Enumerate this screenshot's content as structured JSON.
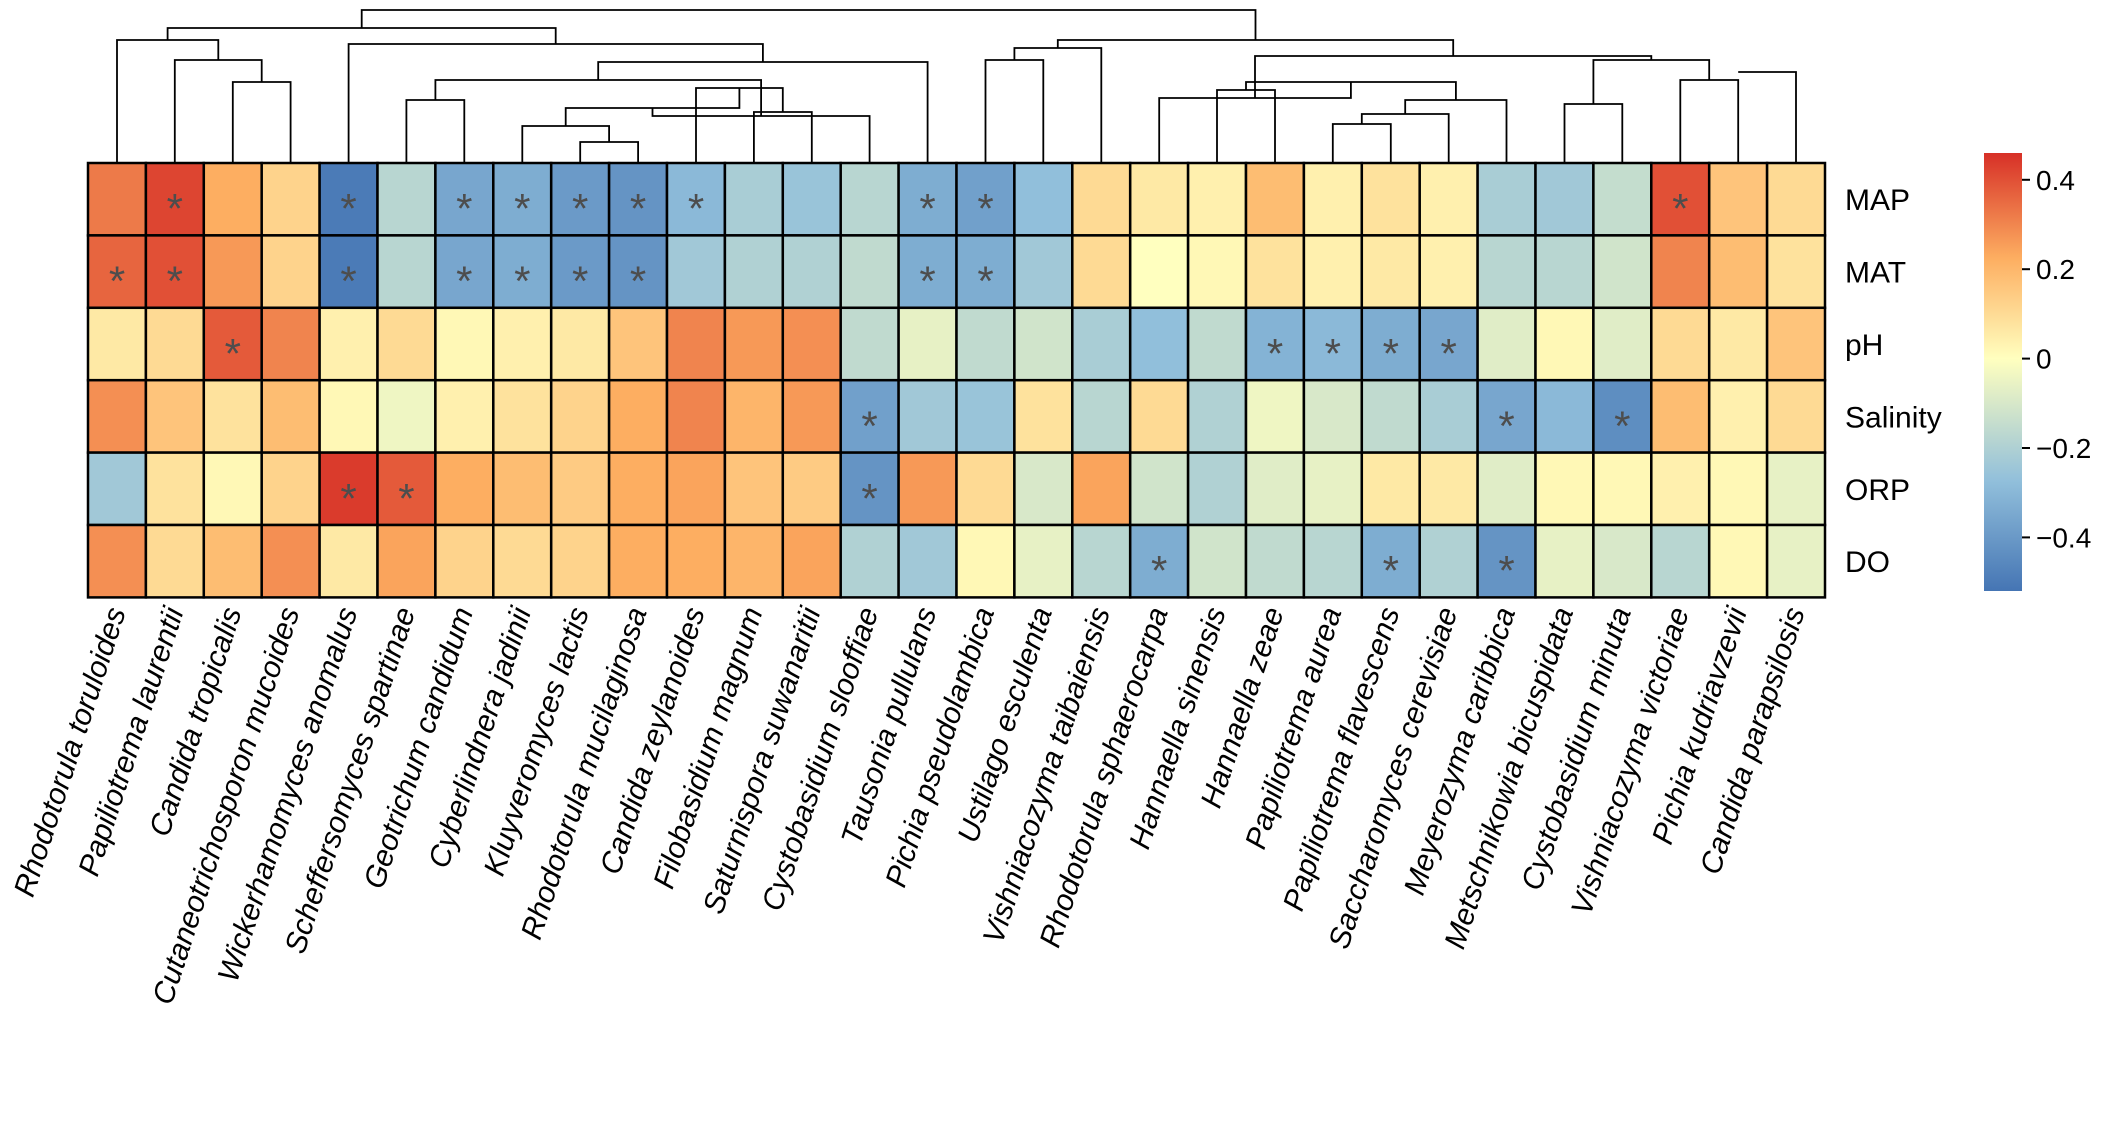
{
  "chart_data": {
    "type": "heatmap",
    "title": "",
    "columns": [
      "Rhodotorula toruloides",
      "Papiliotrema laurentii",
      "Candida tropicalis",
      "Cutaneotrichosporon mucoides",
      "Wickerhamomyces anomalus",
      "Scheffersomyces spartinae",
      "Geotrichum candidum",
      "Cyberlindnera jadinii",
      "Kluyveromyces lactis",
      "Rhodotorula mucilaginosa",
      "Candida zeylanoides",
      "Filobasidium magnum",
      "Saturnispora suwanaritii",
      "Cystobasidium slooffiae",
      "Tausonia pullulans",
      "Pichia pseudolambica",
      "Ustilago esculenta",
      "Vishniacozyma taibaiensis",
      "Rhodotorula sphaerocarpa",
      "Hannaella sinensis",
      "Hannaella zeae",
      "Papiliotrema aurea",
      "Papiliotrema flavescens",
      "Saccharomyces cerevisiae",
      "Meyerozyma caribbica",
      "Metschnikowia bicuspidata",
      "Cystobasidium minuta",
      "Vishniacozyma victoriae",
      "Pichia kudriavzevii",
      "Candida parapsilosis"
    ],
    "rows": [
      "MAP",
      "MAT",
      "pH",
      "Salinity",
      "ORP",
      "DO"
    ],
    "values": [
      [
        0.32,
        0.42,
        0.22,
        0.12,
        -0.5,
        -0.18,
        -0.36,
        -0.34,
        -0.4,
        -0.42,
        -0.3,
        -0.22,
        -0.26,
        -0.18,
        -0.34,
        -0.38,
        -0.28,
        0.1,
        0.06,
        0.04,
        0.18,
        0.04,
        0.08,
        0.04,
        -0.22,
        -0.24,
        -0.15,
        0.4,
        0.16,
        0.1
      ],
      [
        0.36,
        0.4,
        0.26,
        0.12,
        -0.5,
        -0.18,
        -0.36,
        -0.34,
        -0.4,
        -0.42,
        -0.24,
        -0.2,
        -0.2,
        -0.16,
        -0.34,
        -0.34,
        -0.24,
        0.1,
        0.0,
        0.02,
        0.08,
        0.04,
        0.06,
        0.04,
        -0.18,
        -0.18,
        -0.12,
        0.3,
        0.18,
        0.08
      ],
      [
        0.06,
        0.1,
        0.38,
        0.3,
        0.04,
        0.1,
        0.02,
        0.04,
        0.06,
        0.16,
        0.3,
        0.26,
        0.28,
        -0.16,
        -0.06,
        -0.16,
        -0.12,
        -0.22,
        -0.28,
        -0.16,
        -0.32,
        -0.3,
        -0.34,
        -0.36,
        -0.08,
        0.02,
        -0.08,
        0.1,
        0.06,
        0.16
      ],
      [
        0.28,
        0.16,
        0.08,
        0.18,
        0.02,
        -0.04,
        0.04,
        0.08,
        0.12,
        0.22,
        0.3,
        0.2,
        0.26,
        -0.38,
        -0.24,
        -0.26,
        0.08,
        -0.18,
        0.1,
        -0.2,
        -0.04,
        -0.1,
        -0.16,
        -0.22,
        -0.36,
        -0.3,
        -0.44,
        0.18,
        0.04,
        0.1
      ],
      [
        -0.24,
        0.08,
        0.02,
        0.12,
        0.44,
        0.38,
        0.22,
        0.18,
        0.14,
        0.22,
        0.24,
        0.16,
        0.14,
        -0.42,
        0.26,
        0.1,
        -0.1,
        0.24,
        -0.12,
        -0.2,
        -0.08,
        -0.06,
        0.06,
        0.06,
        -0.08,
        0.02,
        0.02,
        0.04,
        0.02,
        -0.06
      ],
      [
        0.28,
        0.1,
        0.18,
        0.28,
        0.06,
        0.24,
        0.12,
        0.1,
        0.12,
        0.22,
        0.22,
        0.2,
        0.24,
        -0.2,
        -0.24,
        0.02,
        -0.06,
        -0.18,
        -0.34,
        -0.12,
        -0.16,
        -0.18,
        -0.34,
        -0.2,
        -0.42,
        -0.06,
        -0.1,
        -0.18,
        0.02,
        -0.06
      ]
    ],
    "significant": [
      [
        0,
        1,
        0,
        0,
        1,
        0,
        1,
        1,
        1,
        1,
        1,
        0,
        0,
        0,
        1,
        1,
        0,
        0,
        0,
        0,
        0,
        0,
        0,
        0,
        0,
        0,
        0,
        1,
        0,
        0
      ],
      [
        1,
        1,
        0,
        0,
        1,
        0,
        1,
        1,
        1,
        1,
        0,
        0,
        0,
        0,
        1,
        1,
        0,
        0,
        0,
        0,
        0,
        0,
        0,
        0,
        0,
        0,
        0,
        0,
        0,
        0
      ],
      [
        0,
        0,
        1,
        0,
        0,
        0,
        0,
        0,
        0,
        0,
        0,
        0,
        0,
        0,
        0,
        0,
        0,
        0,
        0,
        0,
        1,
        1,
        1,
        1,
        0,
        0,
        0,
        0,
        0,
        0
      ],
      [
        0,
        0,
        0,
        0,
        0,
        0,
        0,
        0,
        0,
        0,
        0,
        0,
        0,
        1,
        0,
        0,
        0,
        0,
        0,
        0,
        0,
        0,
        0,
        0,
        1,
        0,
        1,
        0,
        0,
        0
      ],
      [
        0,
        0,
        0,
        0,
        1,
        1,
        0,
        0,
        0,
        0,
        0,
        0,
        0,
        1,
        0,
        0,
        0,
        0,
        0,
        0,
        0,
        0,
        0,
        0,
        0,
        0,
        0,
        0,
        0,
        0
      ],
      [
        0,
        0,
        0,
        0,
        0,
        0,
        0,
        0,
        0,
        0,
        0,
        0,
        0,
        0,
        0,
        0,
        0,
        0,
        1,
        0,
        0,
        0,
        1,
        0,
        1,
        0,
        0,
        0,
        0,
        0
      ]
    ],
    "significance_marker": "*",
    "colorbar": {
      "range": [
        -0.52,
        0.46
      ],
      "ticks": [
        0.4,
        0.2,
        0,
        -0.2,
        -0.4
      ],
      "tick_labels": [
        "0.4",
        "0.2",
        "0",
        "−0.2",
        "−0.4"
      ],
      "colors": [
        "#4575b4",
        "#abd9e9",
        "#ffffbf",
        "#fdae61",
        "#d73027"
      ]
    },
    "dendrogram": "hierarchical clustering of columns (top)"
  }
}
